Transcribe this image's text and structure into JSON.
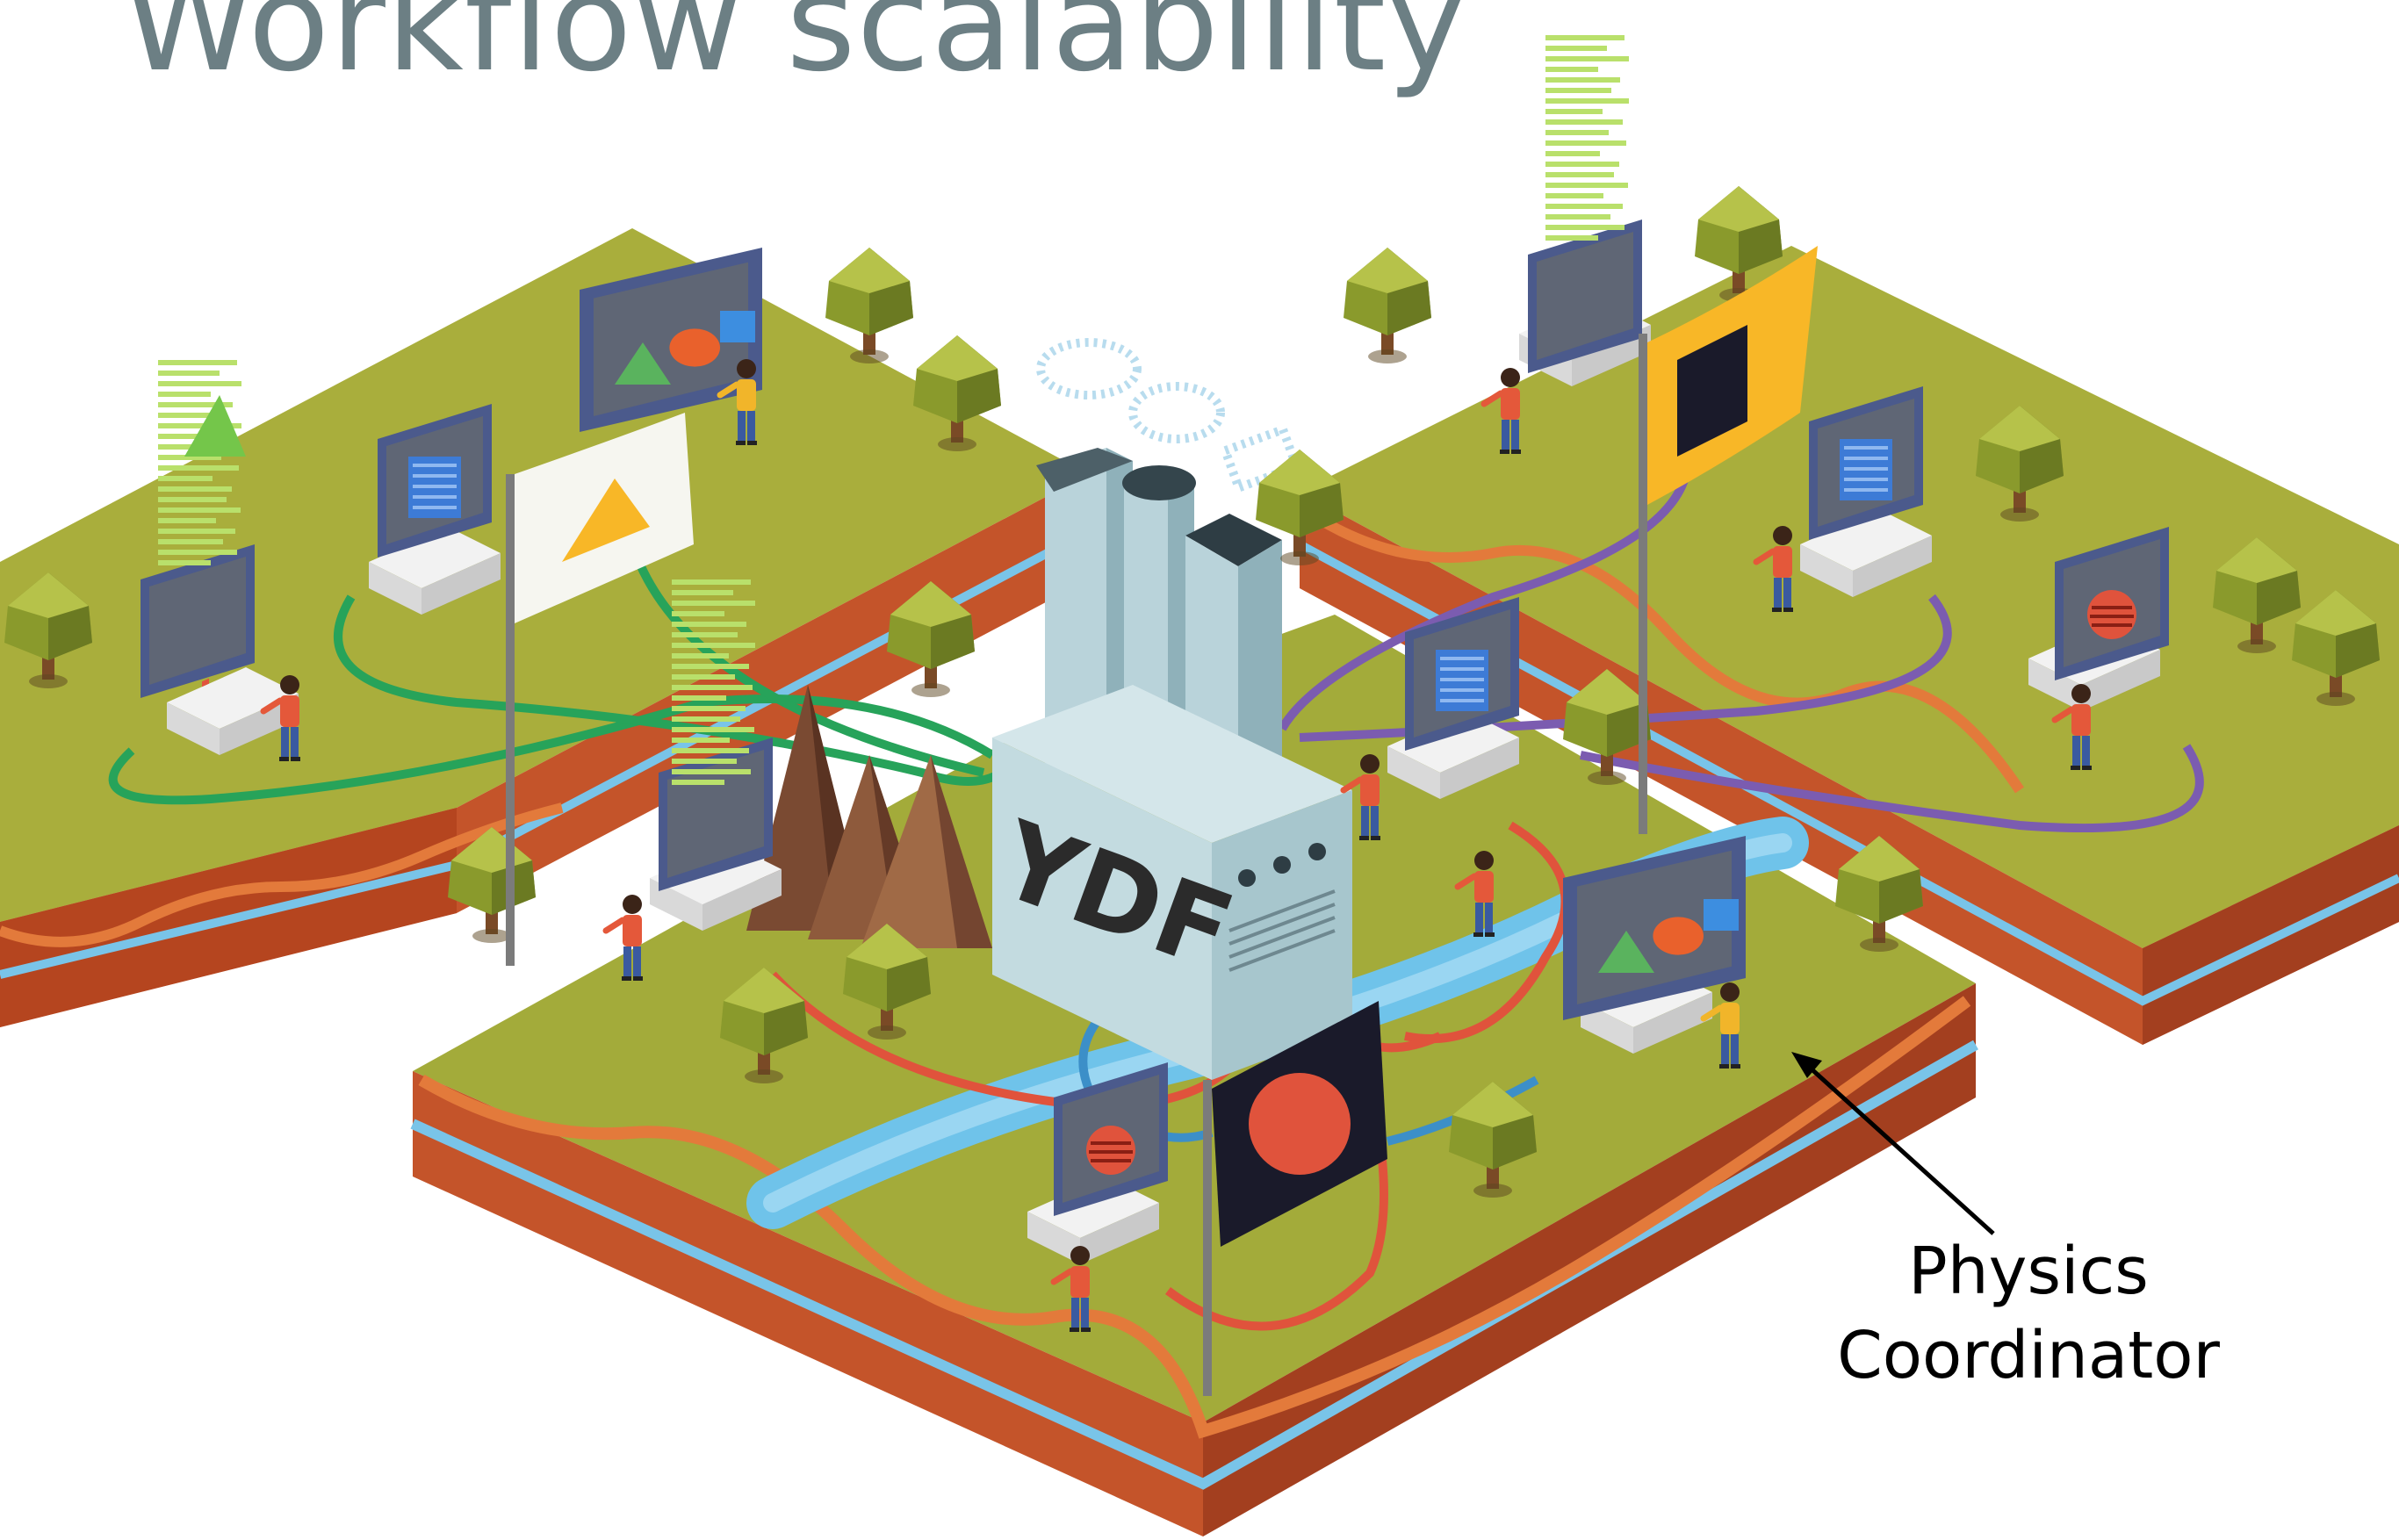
{
  "slide": {
    "title": "Workflow scalability",
    "factory_label": "YDF",
    "callout": {
      "line1": "Physics",
      "line2": "Coordinator"
    }
  },
  "colors": {
    "title": "#6c7f84",
    "grass": "#a3ab3a",
    "soil": "#c8552c",
    "cable_green": "#27a35a",
    "cable_purple": "#7b5cb0",
    "cable_red": "#e0533c",
    "cable_blue": "#3c8fc8",
    "flag_yellow": "#f8b727"
  },
  "icons": [
    "flag",
    "monitor",
    "tree",
    "person",
    "factory",
    "mountain",
    "river",
    "arrow"
  ]
}
